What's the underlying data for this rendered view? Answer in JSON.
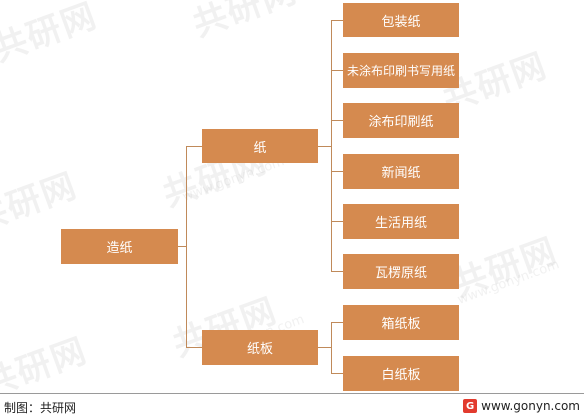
{
  "diagram": {
    "root": "造纸",
    "level1": [
      "纸",
      "纸板"
    ],
    "paper_children": [
      "包装纸",
      "未涂布印刷书写用纸",
      "涂布印刷纸",
      "新闻纸",
      "生活用纸",
      "瓦楞原纸"
    ],
    "board_children": [
      "箱纸板",
      "白纸板"
    ]
  },
  "footer": {
    "source": "制图：共研网",
    "logo_letter": "G",
    "url": "www.gonyn.com"
  },
  "watermark": {
    "text": "共研网",
    "url": "www.gonyn.com"
  },
  "colors": {
    "node_fill": "#d58a4f",
    "connector": "#c08a5a"
  }
}
